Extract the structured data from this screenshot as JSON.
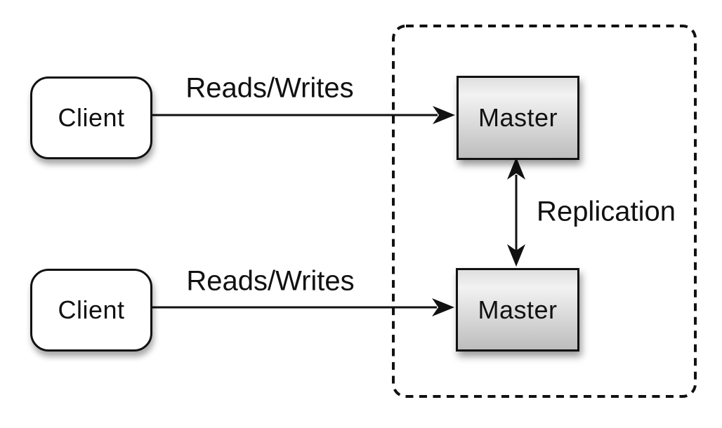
{
  "diagram": {
    "nodes": {
      "client_top": {
        "label": "Client",
        "shape": "rounded-rect"
      },
      "client_bottom": {
        "label": "Client",
        "shape": "rounded-rect"
      },
      "master_top": {
        "label": "Master",
        "shape": "rect"
      },
      "master_bottom": {
        "label": "Master",
        "shape": "rect"
      }
    },
    "edges": [
      {
        "label": "Reads/Writes",
        "from": "client_top",
        "to": "master_top",
        "direction": "one-way"
      },
      {
        "label": "Reads/Writes",
        "from": "client_bottom",
        "to": "master_bottom",
        "direction": "one-way"
      },
      {
        "label": "Replication",
        "from": "master_top",
        "to": "master_bottom",
        "direction": "two-way"
      }
    ],
    "group": {
      "style": "dashed-rounded-rect",
      "contains": [
        "master_top",
        "master_bottom"
      ]
    },
    "colors": {
      "background": "#ffffff",
      "line": "#111111",
      "text": "#111111",
      "client_fill": "#ffffff",
      "master_fill_top": "#dfdfdf",
      "master_fill_mid": "#f2f2f2",
      "master_fill_bottom": "#bdbdbd"
    }
  }
}
